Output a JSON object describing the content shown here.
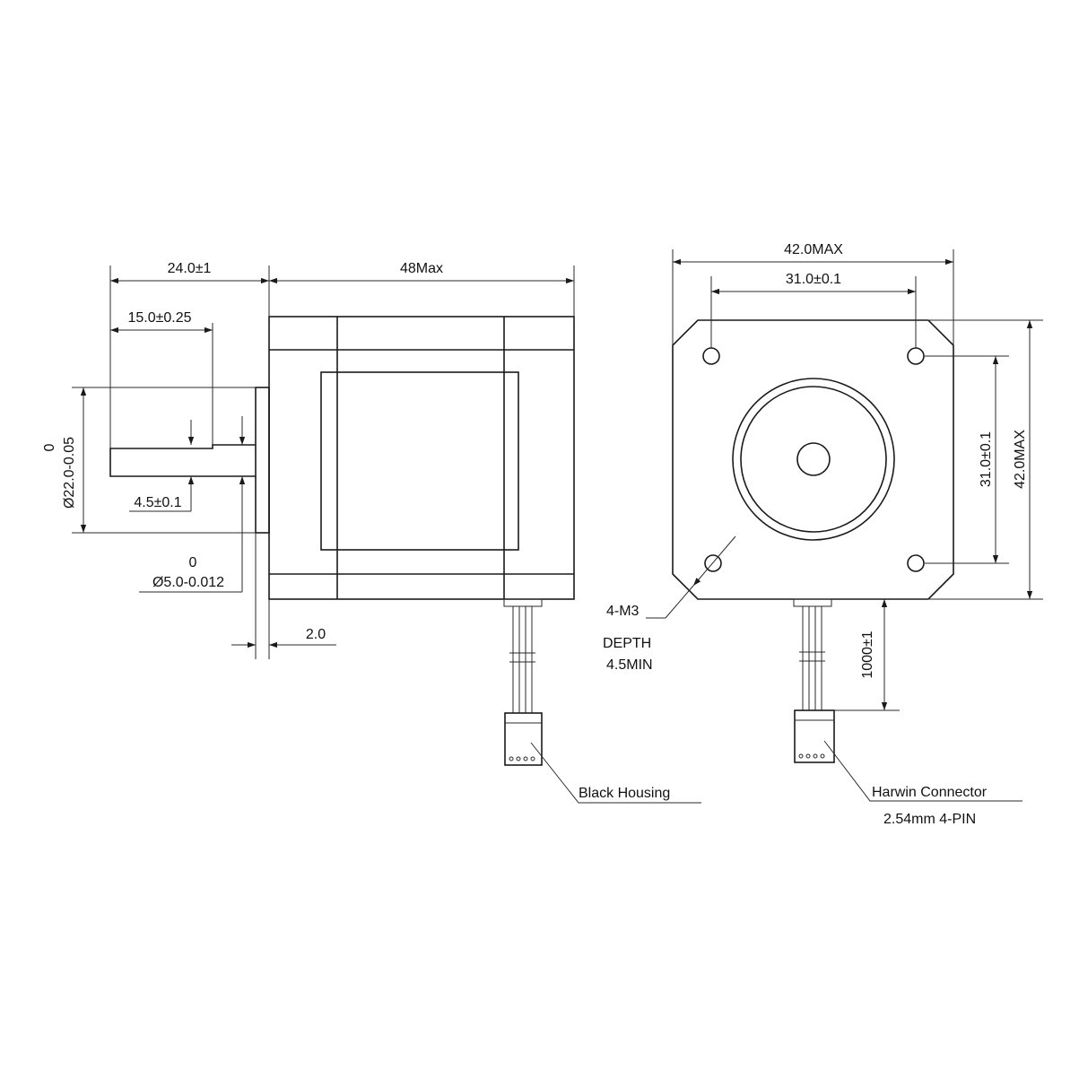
{
  "side_view": {
    "dim_flange_to_shaft_tip": "24.0±1",
    "dim_body_length": "48Max",
    "dim_flat_length": "15.0±0.25",
    "dim_boss_diameter_upper": "0",
    "dim_boss_diameter": "Ø22.0-0.05",
    "dim_flat_depth": "4.5±0.1",
    "dim_shaft_diameter_upper": "0",
    "dim_shaft_diameter": "Ø5.0-0.012",
    "dim_boss_height": "2.0",
    "housing_label": "Black Housing"
  },
  "front_view": {
    "dim_width_max": "42.0MAX",
    "dim_hole_spacing_h": "31.0±0.1",
    "dim_hole_spacing_v": "31.0±0.1",
    "dim_height_max": "42.0MAX",
    "hole_label": "4-M3",
    "hole_depth_line1": "DEPTH",
    "hole_depth_line2": "4.5MIN",
    "dim_cable_length": "1000±1",
    "connector_label": "Harwin Connector",
    "connector_spec": "2.54mm 4-PIN"
  },
  "colors": {
    "line": "#1a1a1a",
    "background": "#ffffff"
  }
}
